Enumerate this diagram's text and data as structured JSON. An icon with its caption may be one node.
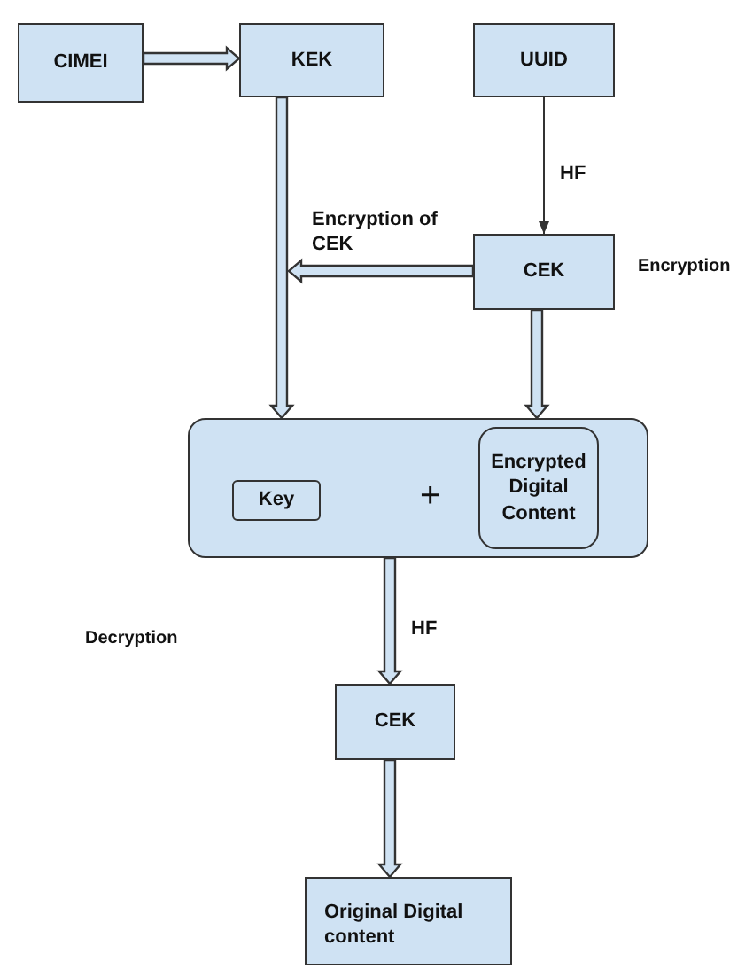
{
  "diagram": {
    "nodes": [
      {
        "text": [
          "CIMEI"
        ]
      },
      {
        "text": [
          "KEK"
        ]
      },
      {
        "text": [
          "UUID"
        ]
      },
      {
        "text": [
          "CEK"
        ]
      },
      {
        "text": [
          "+"
        ]
      },
      {
        "text": [
          "Key"
        ],
        "in": 4
      },
      {
        "text": [
          "Encrypted Digital Content"
        ],
        "in": 4
      },
      {
        "text": [
          "CEK"
        ]
      },
      {
        "text": [
          "Original Digital content"
        ]
      }
    ],
    "edges": [
      {
        "from": 0,
        "to": 1,
        "arrow": "to",
        "style": "thick"
      },
      {
        "from": 2,
        "to": 3,
        "arrow": "to",
        "label": "HF"
      },
      {
        "from": 3,
        "to": null,
        "arrow": "to",
        "style": "thick",
        "label": "Encryption of CEK"
      },
      {
        "from": 1,
        "to": 4,
        "arrow": "to",
        "style": "thick"
      },
      {
        "from": 3,
        "to": 4,
        "arrow": "to",
        "style": "thick"
      },
      {
        "from": 4,
        "to": 7,
        "arrow": "to",
        "style": "thick",
        "label": "HF"
      },
      {
        "from": 7,
        "to": 8,
        "arrow": "to",
        "style": "thick"
      }
    ],
    "labels": [
      "Encryption",
      "Decryption"
    ]
  }
}
